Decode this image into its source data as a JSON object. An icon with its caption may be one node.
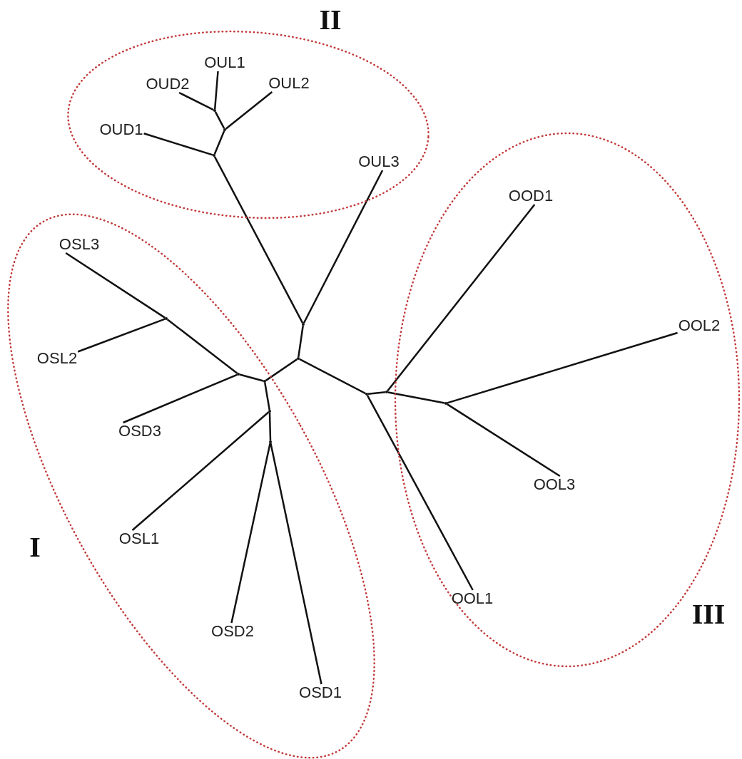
{
  "diagram": {
    "nodes": [
      {
        "text": [
          "II"
        ]
      },
      {
        "text": [
          "OUL1"
        ],
        "in": 0
      },
      {
        "text": [
          "OUD2"
        ],
        "in": 0
      },
      {
        "text": [
          "OUL2"
        ],
        "in": 0
      },
      {
        "text": [
          "OUD1"
        ],
        "in": 0
      },
      {
        "text": [
          "OUL3"
        ],
        "in": 0
      },
      {
        "text": [
          "I"
        ]
      },
      {
        "text": [
          "OSL3"
        ],
        "in": 6
      },
      {
        "text": [
          "OSL2"
        ],
        "in": 6
      },
      {
        "text": [
          "OSD3"
        ],
        "in": 6
      },
      {
        "text": [
          "OSL1"
        ],
        "in": 6
      },
      {
        "text": [
          "OSD2"
        ],
        "in": 6
      },
      {
        "text": [
          "OSD1"
        ],
        "in": 6
      },
      {
        "text": [
          "III"
        ]
      },
      {
        "text": [
          "OOD1"
        ],
        "in": 13
      },
      {
        "text": [
          "OOL2"
        ],
        "in": 13
      },
      {
        "text": [
          "OOL3"
        ],
        "in": 13
      },
      {
        "text": [
          "OOL1"
        ],
        "in": 13
      },
      {
        "text": [],
        "shape": "dot",
        "in": 0
      },
      {
        "text": [],
        "shape": "dot",
        "in": 0
      },
      {
        "text": [],
        "shape": "dot",
        "in": 0
      },
      {
        "text": [],
        "shape": "dot"
      },
      {
        "text": [],
        "shape": "dot"
      },
      {
        "text": [],
        "shape": "dot",
        "in": 6
      },
      {
        "text": [],
        "shape": "dot"
      },
      {
        "text": [],
        "shape": "dot",
        "in": 6
      },
      {
        "text": [],
        "shape": "dot",
        "in": 6
      },
      {
        "text": [],
        "shape": "dot",
        "in": 6
      },
      {
        "text": [],
        "shape": "dot",
        "in": 6
      },
      {
        "text": [],
        "shape": "dot"
      },
      {
        "text": [],
        "shape": "dot",
        "in": 13
      }
    ],
    "edges": [
      {
        "from": 18,
        "to": 1,
        "arrow": "none"
      },
      {
        "from": 18,
        "to": 2,
        "arrow": "none"
      },
      {
        "from": 19,
        "to": 18,
        "arrow": "none"
      },
      {
        "from": 19,
        "to": 3,
        "arrow": "none"
      },
      {
        "from": 20,
        "to": 19,
        "arrow": "none"
      },
      {
        "from": 20,
        "to": 4,
        "arrow": "none"
      },
      {
        "from": 21,
        "to": 20,
        "arrow": "none"
      },
      {
        "from": 21,
        "to": 5,
        "arrow": "none"
      },
      {
        "from": 22,
        "to": 21,
        "arrow": "none"
      },
      {
        "from": 22,
        "to": 23,
        "arrow": "none"
      },
      {
        "from": 22,
        "to": 24,
        "arrow": "none"
      },
      {
        "from": 23,
        "to": 26,
        "arrow": "none"
      },
      {
        "from": 26,
        "to": 25,
        "arrow": "none"
      },
      {
        "from": 25,
        "to": 7,
        "arrow": "none"
      },
      {
        "from": 25,
        "to": 8,
        "arrow": "none"
      },
      {
        "from": 26,
        "to": 9,
        "arrow": "none"
      },
      {
        "from": 23,
        "to": 27,
        "arrow": "none"
      },
      {
        "from": 27,
        "to": 10,
        "arrow": "none"
      },
      {
        "from": 27,
        "to": 28,
        "arrow": "none"
      },
      {
        "from": 28,
        "to": 11,
        "arrow": "none"
      },
      {
        "from": 28,
        "to": 12,
        "arrow": "none"
      },
      {
        "from": 24,
        "to": 29,
        "arrow": "none"
      },
      {
        "from": 29,
        "to": 14,
        "arrow": "none"
      },
      {
        "from": 29,
        "to": 30,
        "arrow": "none"
      },
      {
        "from": 30,
        "to": 15,
        "arrow": "none"
      },
      {
        "from": 30,
        "to": 16,
        "arrow": "none"
      },
      {
        "from": 24,
        "to": 17,
        "arrow": "none"
      }
    ]
  }
}
